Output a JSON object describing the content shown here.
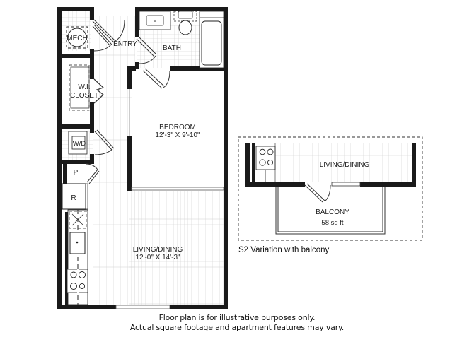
{
  "floor_plan": {
    "rooms": {
      "mech": "MECH",
      "entry": "ENTRY",
      "bath": "BATH",
      "closet_line1": "W.I.",
      "closet_line2": "CLOSET",
      "wd": "W/D",
      "pantry": "P",
      "refrigerator": "R",
      "bedroom": "BEDROOM",
      "bedroom_dims": "12'-3\" X 9'-10\"",
      "living": "LIVING/DINING",
      "living_dims": "12'-0\" X 14'-3\""
    }
  },
  "variation": {
    "living": "LIVING/DINING",
    "balcony": "BALCONY",
    "balcony_area": "58 sq ft",
    "caption": "S2 Variation with balcony"
  },
  "disclaimer": {
    "line1": "Floor plan is for illustrative purposes only.",
    "line2": "Actual square footage and apartment features may vary."
  },
  "colors": {
    "wall": "#1a1a1a",
    "grid": "#c8c8c8",
    "plank": "#d0d0d0"
  }
}
